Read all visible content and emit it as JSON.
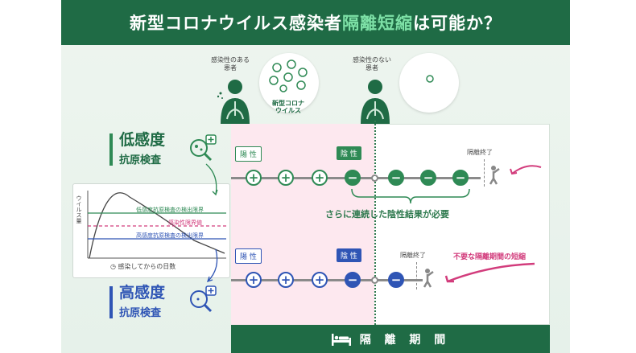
{
  "title": {
    "prefix": "新型コロナウイルス感染者",
    "highlight": "隔離短縮",
    "suffix": "は可能か？"
  },
  "patients": {
    "infectious_label_line1": "感染性のある",
    "infectious_label_line2": "患者",
    "virus_label_line1": "新型コロナ",
    "virus_label_line2": "ウイルス",
    "noninfectious_label_line1": "感染性のない",
    "noninfectious_label_line2": "患者"
  },
  "low_test": {
    "title": "低感度",
    "subtitle": "抗原検査",
    "positive_tag": "陽 性",
    "negative_tag": "陰 性",
    "end_label": "隔離終了",
    "note": "さらに連続した陰性結果が必要"
  },
  "high_test": {
    "title": "高感度",
    "subtitle": "抗原検査",
    "positive_tag": "陽 性",
    "negative_tag": "陰 性",
    "end_label": "隔離終了",
    "note": "不要な隔離期間の短縮"
  },
  "chart": {
    "ylabel": "ウイルス量",
    "xlabel": "感染してからの日数",
    "line_low": "低感度抗原検査の検出限界",
    "line_infect": "感染性限界値",
    "line_high": "高感度抗原検査の検出限界"
  },
  "footer": {
    "label": "隔 離 期 間"
  },
  "colors": {
    "green": "#1f6b45",
    "node_green": "#2f8a55",
    "node_blue": "#2f55b5",
    "pink": "#d23c7c",
    "pink_bg": "#fde8ef"
  }
}
